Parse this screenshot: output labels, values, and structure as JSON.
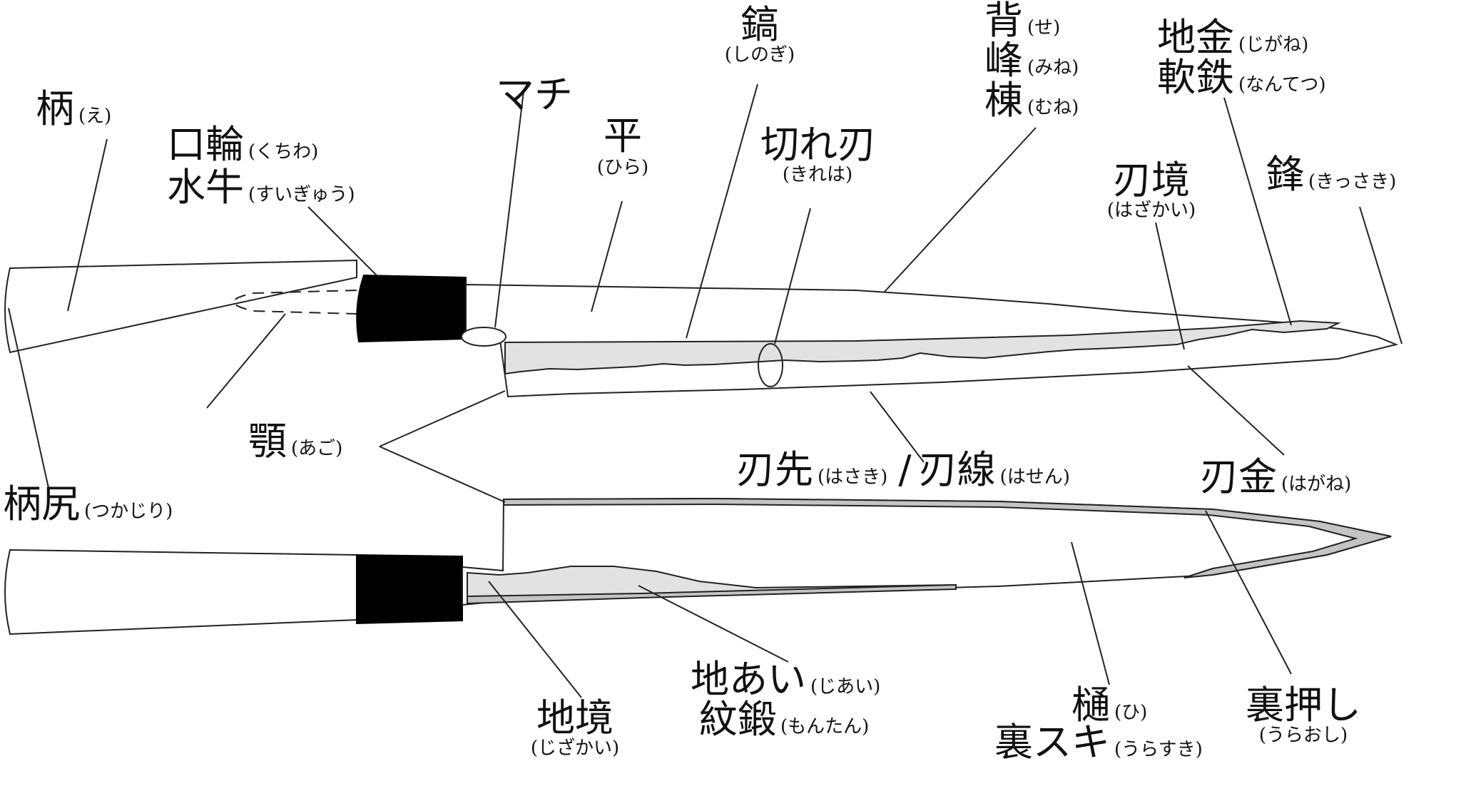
{
  "labels": {
    "e": {
      "kanji": "柄",
      "reading": "(え)"
    },
    "kuchiwa": {
      "kanji": "口輪",
      "reading": "(くちわ)"
    },
    "suigyu": {
      "kanji": "水牛",
      "reading": "(すいぎゅう)"
    },
    "machi": {
      "kanji": "マチ"
    },
    "hira": {
      "kanji": "平",
      "reading": "(ひら)"
    },
    "shinogi": {
      "kanji": "鎬",
      "reading": "(しのぎ)"
    },
    "kireha": {
      "kanji": "切れ刃",
      "reading": "(きれは)"
    },
    "se": {
      "kanji": "背",
      "reading": "(せ)"
    },
    "mine": {
      "kanji": "峰",
      "reading": "(みね)"
    },
    "mune": {
      "kanji": "棟",
      "reading": "(むね)"
    },
    "jigane": {
      "kanji": "地金",
      "reading": "(じがね)"
    },
    "nantetsu": {
      "kanji": "軟鉄",
      "reading": "(なんてつ)"
    },
    "hazakai": {
      "kanji": "刃境",
      "reading": "(はざかい)"
    },
    "kissaki": {
      "kanji": "鋒",
      "reading": "(きっさき)"
    },
    "ago": {
      "kanji": "顎",
      "reading": "(あご)"
    },
    "tsukajiri": {
      "kanji": "柄尻",
      "reading": "(つかじり)"
    },
    "hasaki": {
      "kanji": "刃先",
      "reading": "(はさき)"
    },
    "separator": "/",
    "hasen": {
      "kanji": "刃線",
      "reading": "(はせん)"
    },
    "hagane": {
      "kanji": "刃金",
      "reading": "(はがね)"
    },
    "jiai": {
      "kanji": "地あい",
      "reading": "(じあい)"
    },
    "montan": {
      "kanji": "紋鍛",
      "reading": "(もんたん)"
    },
    "jizakai": {
      "kanji": "地境",
      "reading": "(じざかい)"
    },
    "hi": {
      "kanji": "樋",
      "reading": "(ひ)"
    },
    "urasuki": {
      "kanji": "裏スキ",
      "reading": "(うらすき)"
    },
    "uraoshi": {
      "kanji": "裏押し",
      "reading": "(うらおし)"
    }
  },
  "colors": {
    "outline": "#222222",
    "ferrule": "#000000",
    "steel": "#e2e2e2",
    "steel_band": "#c4c4c4",
    "background": "#ffffff"
  }
}
